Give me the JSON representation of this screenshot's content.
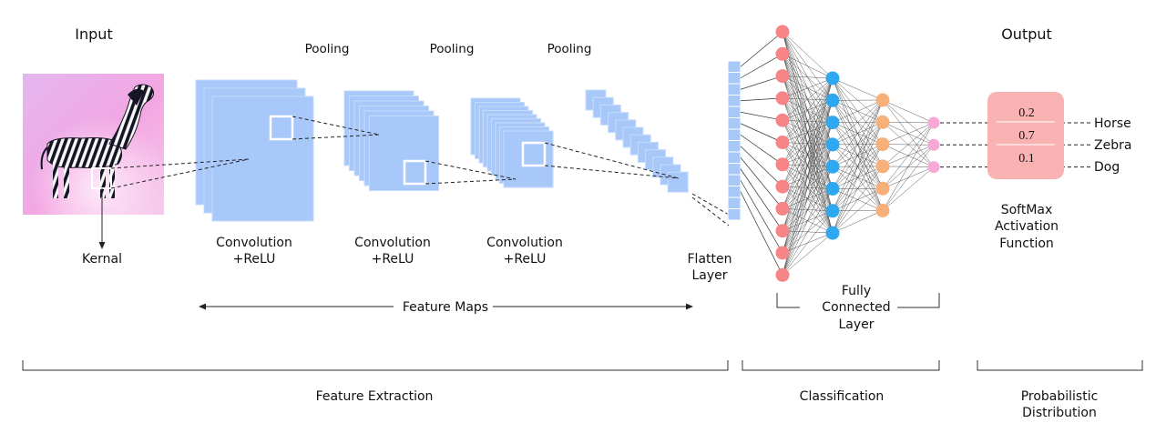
{
  "headings": {
    "input": "Input",
    "output": "Output"
  },
  "pooling_labels": [
    "Pooling",
    "Pooling",
    "Pooling"
  ],
  "convolution_labels": [
    {
      "line1": "Convolution",
      "line2": "+ReLU"
    },
    {
      "line1": "Convolution",
      "line2": "+ReLU"
    },
    {
      "line1": "Convolution",
      "line2": "+ReLU"
    }
  ],
  "kernel_label": "Kernal",
  "flatten_label": {
    "line1": "Flatten",
    "line2": "Layer"
  },
  "feature_maps_label": "Feature Maps",
  "fully_connected_label": {
    "line1": "Fully",
    "line2": "Connected",
    "line3": "Layer"
  },
  "softmax": {
    "values": [
      "0.2",
      "0.7",
      "0.1"
    ],
    "classes": [
      "Horse",
      "Zebra",
      "Dog"
    ],
    "label": {
      "line1": "SoftMax",
      "line2": "Activation",
      "line3": "Function"
    }
  },
  "sections": {
    "feature_extraction": "Feature Extraction",
    "classification": "Classification",
    "probabilistic": {
      "line1": "Probabilistic",
      "line2": "Distribution"
    }
  },
  "input_image": {
    "description_icon": "zebra-icon"
  },
  "network": {
    "layer_sizes": [
      12,
      8,
      6,
      3
    ],
    "flatten_cells": 14
  },
  "colors": {
    "feature_map": "#a8c8fa",
    "feature_map_edge": "#c6dbfb",
    "input_bg": "#f2a9e6",
    "node_layer1": "#f78585",
    "node_layer2": "#2fa8f0",
    "node_layer3": "#f7b07a",
    "node_output": "#f7a8d4",
    "softmax_box": "#f9b2b2",
    "flatten_cell": "#a8c8fa"
  }
}
